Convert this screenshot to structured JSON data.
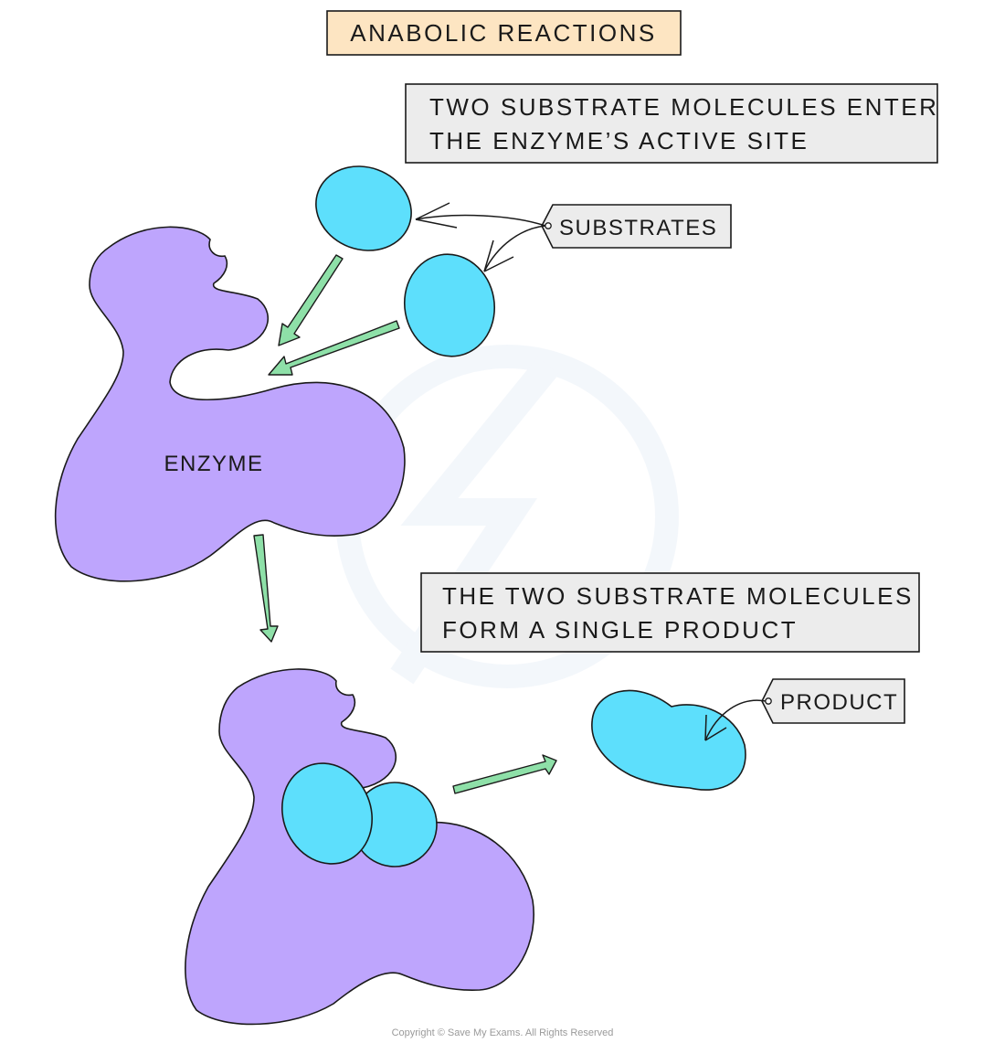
{
  "title": "ANABOLIC REACTIONS",
  "step1_caption": {
    "line1": "TWO SUBSTRATE MOLECULES ENTER",
    "line2": "THE ENZYME’S ACTIVE SITE"
  },
  "step2_caption": {
    "line1": "THE TWO SUBSTRATE MOLECULES",
    "line2": "FORM A SINGLE PRODUCT"
  },
  "labels": {
    "substrates": "SUBSTRATES",
    "enzyme": "ENZYME",
    "product": "PRODUCT"
  },
  "copyright": "Copyright © Save My Exams. All Rights Reserved",
  "colors": {
    "title_fill": "#fde5c2",
    "caption_fill": "#ececec",
    "enzyme": "#bea5fd",
    "substrate": "#5ddffc",
    "arrow": "#8ee0a8",
    "outline": "#1a1a1a",
    "tag_fill": "#ececec"
  }
}
